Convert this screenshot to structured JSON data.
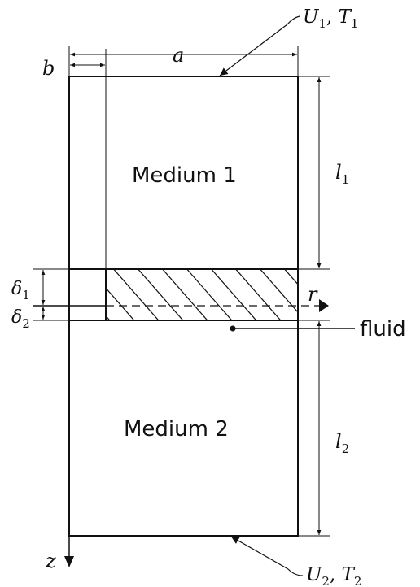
{
  "labels": {
    "top_boundary": {
      "a": "U",
      "a_sub": "1",
      "sep": ", ",
      "b": "T",
      "b_sub": "1"
    },
    "bottom_boundary": {
      "a": "U",
      "a_sub": "2",
      "sep": ", ",
      "b": "T",
      "b_sub": "2"
    },
    "a": "a",
    "b": "b",
    "l1": {
      "main": "l",
      "sub": "1"
    },
    "l2": {
      "main": "l",
      "sub": "2"
    },
    "delta1": {
      "main": "δ",
      "sub": "1"
    },
    "delta2": {
      "main": "δ",
      "sub": "2"
    },
    "r": "r",
    "z": "z",
    "medium1": "Medium 1",
    "medium2": "Medium 2",
    "fluid": "fluid"
  }
}
